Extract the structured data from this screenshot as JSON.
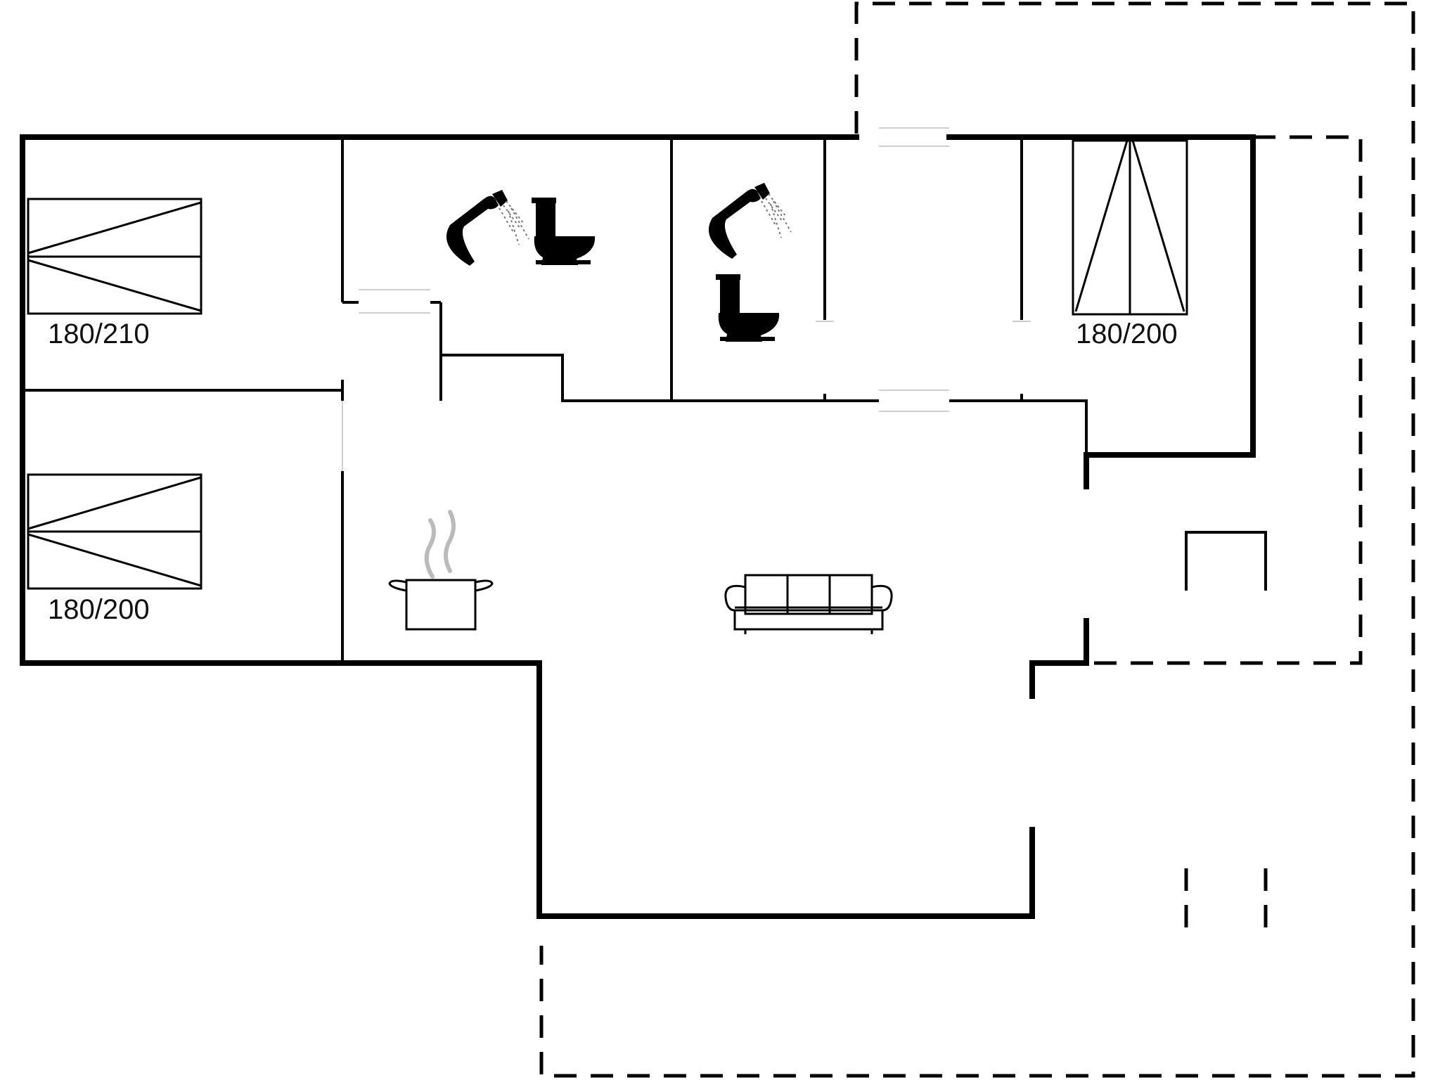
{
  "floorplan": {
    "beds": [
      {
        "id": "bed-left-top",
        "label": "180/210"
      },
      {
        "id": "bed-left-bottom",
        "label": "180/200"
      },
      {
        "id": "bed-right",
        "label": "180/200"
      }
    ],
    "icons": [
      "shower-icon",
      "toilet-icon",
      "shower-icon",
      "toilet-icon",
      "cooking-pot-icon",
      "sofa-icon"
    ]
  }
}
